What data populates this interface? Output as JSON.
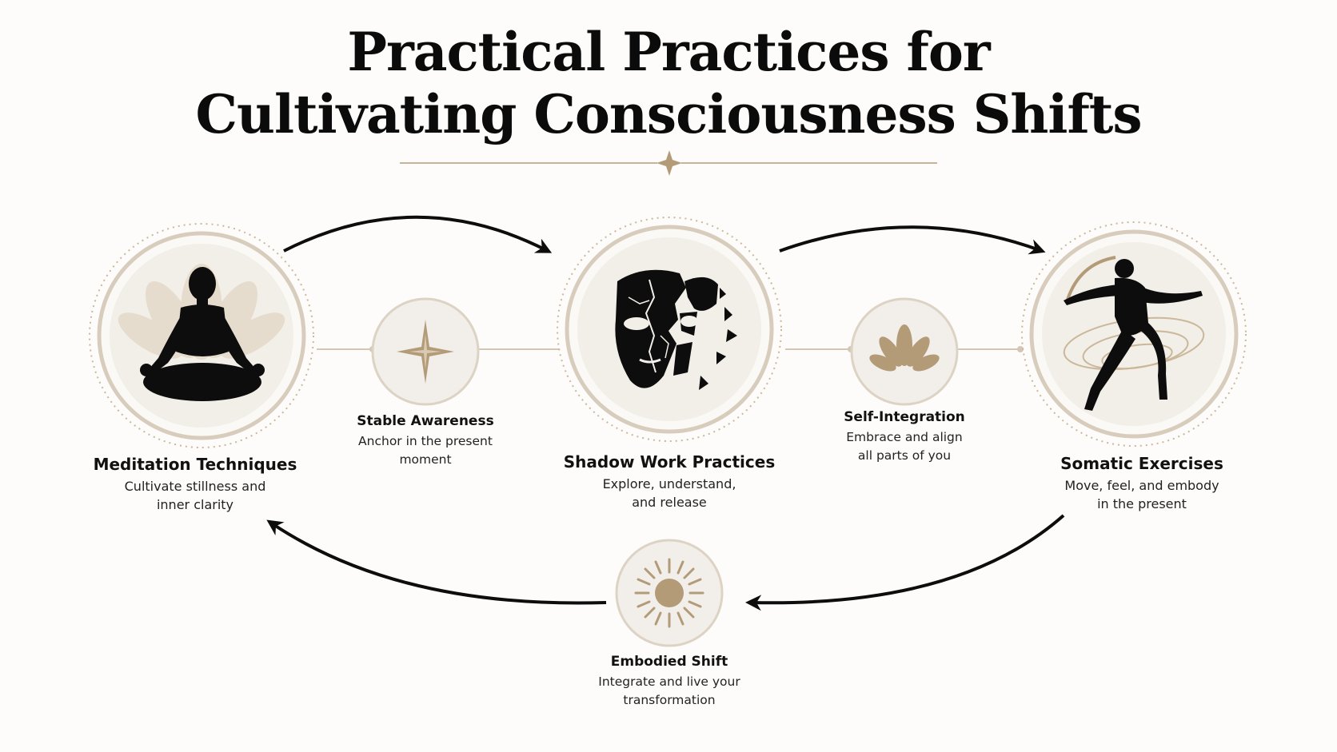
{
  "title": {
    "line1": "Practical Practices for",
    "line2": "Cultivating Consciousness Shifts"
  },
  "nodes": {
    "meditation": {
      "name": "Meditation Techniques",
      "desc1": "Cultivate stillness and",
      "desc2": "inner clarity",
      "icon": "meditation-figure-icon"
    },
    "shadow": {
      "name": "Shadow Work Practices",
      "desc1": "Explore, understand,",
      "desc2": "and release",
      "icon": "broken-mask-icon"
    },
    "somatic": {
      "name": "Somatic Exercises",
      "desc1": "Move, feel, and embody",
      "desc2": "in the present",
      "icon": "dancing-figure-icon"
    }
  },
  "outcomes": {
    "stable": {
      "name": "Stable Awareness",
      "desc1": "Anchor in the present",
      "desc2": "moment",
      "icon": "star-icon"
    },
    "integration": {
      "name": "Self-Integration",
      "desc1": "Embrace and align",
      "desc2": "all parts of you",
      "icon": "lotus-icon"
    },
    "embodied": {
      "name": "Embodied Shift",
      "desc1": "Integrate and live your",
      "desc2": "transformation",
      "icon": "sun-icon"
    }
  },
  "colors": {
    "gold": "#b39b78",
    "ring": "#d8cdbd",
    "ink": "#0d0d0d"
  }
}
